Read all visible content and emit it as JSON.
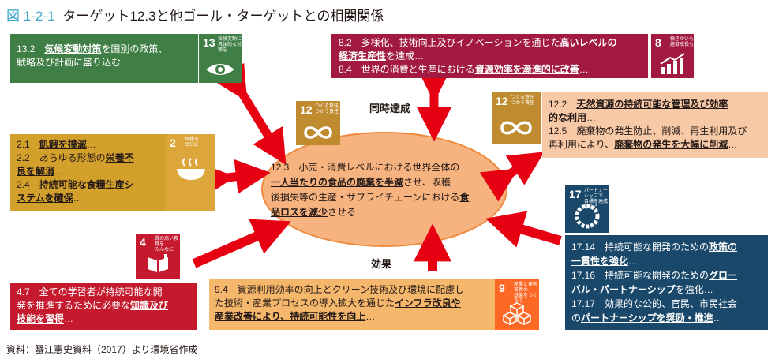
{
  "figure": {
    "number": "図 1-2-1",
    "title": "ターゲット12.3と他ゴール・ターゲットとの相関関係"
  },
  "center": {
    "lines": [
      [
        {
          "t": "12.3　小売・消費レベルにおける世界全体の"
        }
      ],
      [
        {
          "t": "一人当たりの食品の廃棄を半減",
          "u": true
        },
        {
          "t": "させ、収穫"
        }
      ],
      [
        {
          "t": "後損失等の生産・サプライチェーンにおける"
        },
        {
          "t": "食",
          "u": true
        }
      ],
      [
        {
          "t": "品ロスを減少",
          "u": true
        },
        {
          "t": "させる"
        }
      ]
    ]
  },
  "labels": {
    "simultaneous": "同時達成",
    "effect": "効果"
  },
  "boxes": {
    "g13": {
      "lines": [
        [
          {
            "t": "13.2　"
          },
          {
            "t": "気候変動対策",
            "u": true
          },
          {
            "t": "を国別の政策、"
          }
        ],
        [
          {
            "t": "戦略及び計画に盛り込む"
          }
        ]
      ]
    },
    "g8": {
      "lines": [
        [
          {
            "t": "8.2　多様化、技術向上及びイノベーションを通じた"
          },
          {
            "t": "高いレベルの",
            "u": true
          }
        ],
        [
          {
            "t": "経済生産性",
            "u": true
          },
          {
            "t": "を達成…"
          }
        ],
        [
          {
            "t": "8.4　世界の消費と生産における"
          },
          {
            "t": "資源効率を漸進的に改善",
            "u": true
          },
          {
            "t": "…"
          }
        ]
      ]
    },
    "g2": {
      "lines": [
        [
          {
            "t": "2.1　"
          },
          {
            "t": "飢餓を撲滅",
            "u": true
          },
          {
            "t": "…"
          }
        ],
        [
          {
            "t": "2.2　あらゆる形態の"
          },
          {
            "t": "栄養不",
            "u": true
          }
        ],
        [
          {
            "t": "良を解消",
            "u": true
          },
          {
            "t": "…"
          }
        ],
        [
          {
            "t": "2.4　"
          },
          {
            "t": "持続可能な食糧生産シ",
            "u": true
          }
        ],
        [
          {
            "t": "ステムを確保",
            "u": true
          },
          {
            "t": "…"
          }
        ]
      ]
    },
    "g12r": {
      "lines": [
        [
          {
            "t": "12.2　"
          },
          {
            "t": "天然資源の持続可能な管理及び効率",
            "u": true
          }
        ],
        [
          {
            "t": "的な利用",
            "u": true
          },
          {
            "t": "…"
          }
        ],
        [
          {
            "t": "12.5　廃棄物の発生防止、削減、再生利用及び"
          }
        ],
        [
          {
            "t": "再利用により、"
          },
          {
            "t": "廃棄物の発生を大幅に削減",
            "u": true
          },
          {
            "t": "…"
          }
        ]
      ]
    },
    "g4": {
      "lines": [
        [
          {
            "t": "4.7　全ての学習者が持続可能な開"
          }
        ],
        [
          {
            "t": "発を推進するために必要な"
          },
          {
            "t": "知識及び",
            "u": true
          }
        ],
        [
          {
            "t": "技能を習得",
            "u": true
          },
          {
            "t": "…"
          }
        ]
      ]
    },
    "g9": {
      "lines": [
        [
          {
            "t": "9.4　資源利用効率の向上とクリーン技術及び環境に配慮し"
          }
        ],
        [
          {
            "t": "た技術・産業プロセスの導入拡大を通じた"
          },
          {
            "t": "インフラ改良や",
            "u": true
          }
        ],
        [
          {
            "t": "産業改善により、持続可能性を向上",
            "u": true
          },
          {
            "t": "…"
          }
        ]
      ]
    },
    "g17": {
      "lines": [
        [
          {
            "t": "17.14　持続可能な開発のための"
          },
          {
            "t": "政策の",
            "u": true
          }
        ],
        [
          {
            "t": "一貫性を強化",
            "u": true
          },
          {
            "t": "…"
          }
        ],
        [
          {
            "t": "17.16　持続可能な開発のための"
          },
          {
            "t": "グロー",
            "u": true
          }
        ],
        [
          {
            "t": "バル・パートナーシップ",
            "u": true
          },
          {
            "t": "を強化…"
          }
        ],
        [
          {
            "t": "17.17　効果的な公的、官民、市民社会"
          }
        ],
        [
          {
            "t": "の"
          },
          {
            "t": "パートナーシップを奨励・推進",
            "u": true
          },
          {
            "t": "…"
          }
        ]
      ]
    }
  },
  "icons": {
    "g13": {
      "num": "13",
      "cap": "気候変動に\n具体的な対策を",
      "color": "#3f7e44"
    },
    "g8": {
      "num": "8",
      "cap": "働きがいも\n経済成長も",
      "color": "#a21942"
    },
    "g12a": {
      "num": "12",
      "cap": "つくる責任\nつかう責任",
      "color": "#bf8b2e"
    },
    "g12b": {
      "num": "12",
      "cap": "つくる責任\nつかう責任",
      "color": "#bf8b2e"
    },
    "g2": {
      "num": "2",
      "cap": "飢餓を\nゼロに",
      "color": "#dda63a"
    },
    "g17": {
      "num": "17",
      "cap": "パートナーシップで\n目標を達成しよう",
      "color": "#19486a"
    },
    "g4": {
      "num": "4",
      "cap": "質の高い教育を\nみんなに",
      "color": "#c5192d"
    },
    "g9": {
      "num": "9",
      "cap": "産業と技術革新の\n基盤をつくろう",
      "color": "#fd6925"
    }
  },
  "colors": {
    "arrow": "#e60012",
    "ellipse": "#f6b37f",
    "ellipse_edge": "#ef8a3f",
    "box13": "#3f7e44",
    "box8": "#a21942",
    "box2": "#d3a02c",
    "box12": "#f8c9a6",
    "box4": "#c5192d",
    "box9": "#f5b76c",
    "box17": "#19486a"
  },
  "source": "資料：蟹江憲史資料（2017）より環境省作成"
}
